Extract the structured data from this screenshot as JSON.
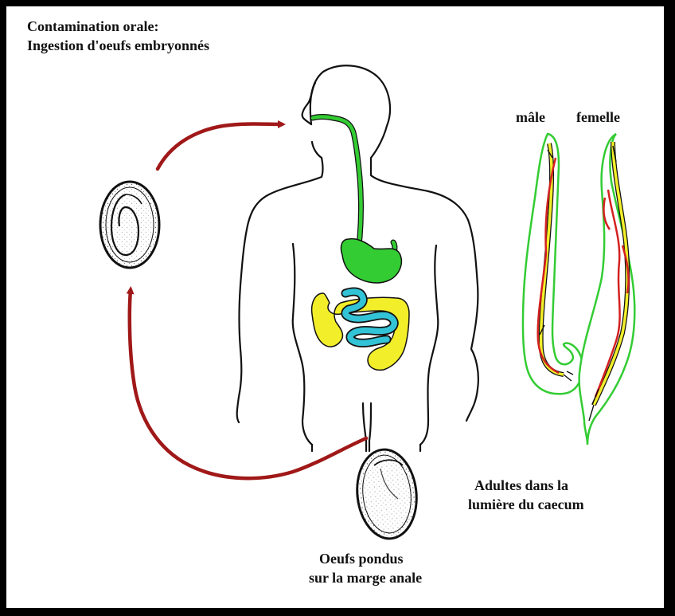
{
  "labels": {
    "contamination_line1": "Contamination orale:",
    "contamination_line2": "Ingestion d'oeufs embryonnés",
    "male": "mâle",
    "female": "femelle",
    "adults_line1": "Adultes dans la",
    "adults_line2": "lumière du caecum",
    "eggs_line1": "Oeufs pondus",
    "eggs_line2": "sur la marge anale"
  },
  "colors": {
    "arrow": "#a01818",
    "esophagus": "#33cc33",
    "small_intestine": "#33c3d6",
    "colon": "#f2ee2a",
    "worm_outline": "#33cc33",
    "worm_reproductive": "#d42020",
    "worm_gut": "#f2ee2a",
    "frame": "#000000"
  }
}
